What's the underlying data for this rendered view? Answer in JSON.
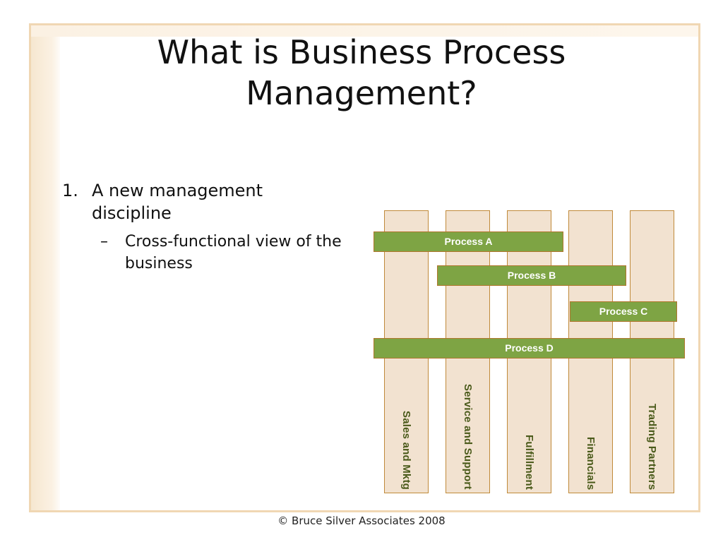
{
  "slide": {
    "title": "What is Business Process Management?",
    "bullets": [
      {
        "marker": "1.",
        "text": "A new management discipline"
      }
    ],
    "sub_bullets": [
      {
        "marker": "–",
        "text": "Cross-functional view of the business"
      }
    ],
    "footer": "© Bruce Silver Associates 2008"
  },
  "diagram": {
    "lanes": [
      "Sales and Mktg",
      "Service and Support",
      "Fulfillment",
      "Financials",
      "Trading Partners"
    ],
    "processes": [
      "Process A",
      "Process B",
      "Process C",
      "Process D"
    ]
  },
  "colors": {
    "lane_fill": "#f2e2d0",
    "lane_border": "#c08a3a",
    "process_fill": "#7ea444",
    "lane_text": "#4a5a1a"
  }
}
